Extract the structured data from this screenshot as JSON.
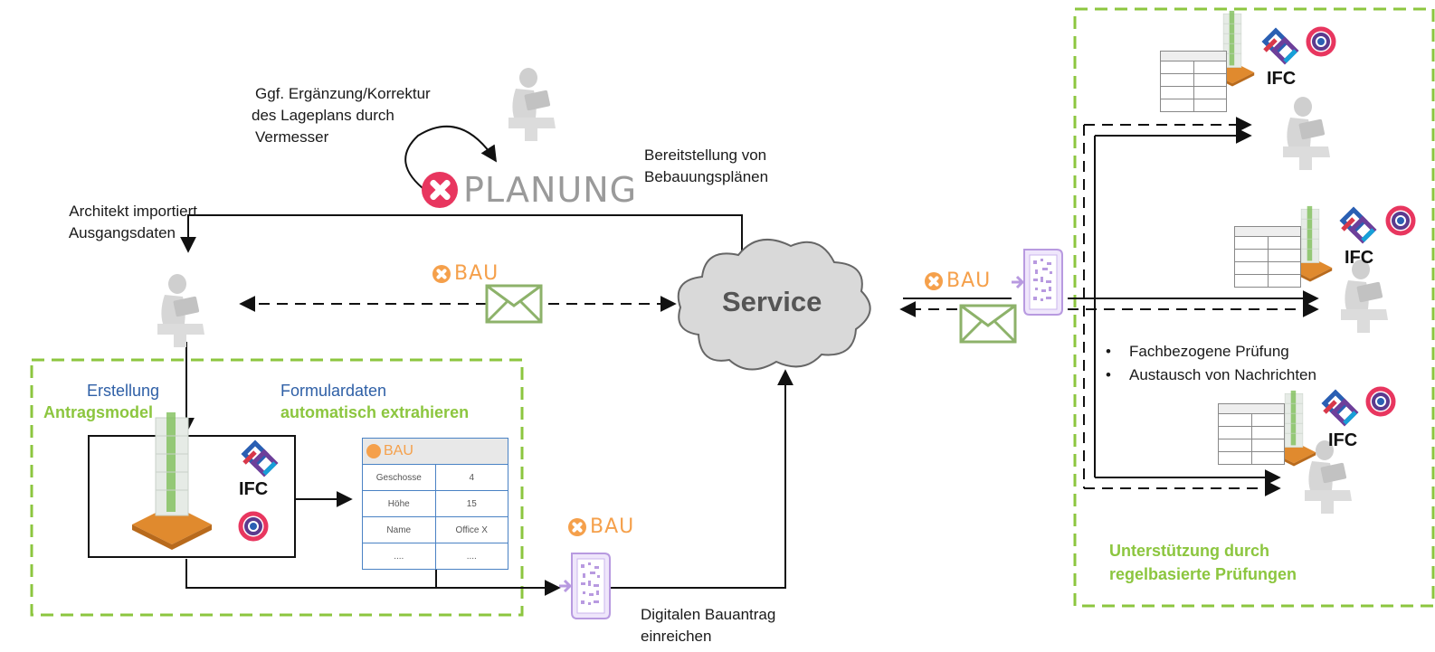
{
  "labels": {
    "correction": [
      "Ggf. Ergänzung/Korrektur",
      "des Lageplans durch",
      "Vermesser"
    ],
    "provision": [
      "Bereitstellung von",
      "Bebauungsplänen"
    ],
    "architect": [
      "Architekt importiert",
      "Ausgangsdaten"
    ],
    "erstellung_blue": "Erstellung",
    "erstellung_green": "Antragsmodel",
    "formular_blue": "Formulardaten",
    "formular_green": "automatisch extrahieren",
    "submit": [
      "Digitalen Bauantrag",
      "einreichen"
    ],
    "service": "Service",
    "bullets": [
      "Fachbezogene Prüfung",
      "Austausch von Nachrichten"
    ],
    "support": [
      "Unterstützung durch",
      "regelbasierte Prüfungen"
    ]
  },
  "logos": {
    "xbau": "BAU",
    "xplanung": "PLANUNG",
    "ifc": "IFC",
    "bcf": "BCF"
  },
  "form_table": {
    "rows": [
      [
        "Geschosse",
        "4"
      ],
      [
        "Höhe",
        "15"
      ],
      [
        "Name",
        "Office X"
      ],
      [
        "....",
        "...."
      ]
    ]
  },
  "colors": {
    "green_dash": "#8cc63f",
    "blue_text": "#2e5fa6",
    "xbau_orange": "#f5a04b",
    "xplanung_pink": "#e8365f",
    "envelope_green": "#8db26a",
    "qr_purple": "#b89ae0"
  },
  "icons": [
    "person-at-laptop-icon",
    "building-model-icon",
    "ifc-logo-icon",
    "bcf-logo-icon",
    "envelope-icon",
    "qr-document-icon",
    "cloud-icon"
  ]
}
